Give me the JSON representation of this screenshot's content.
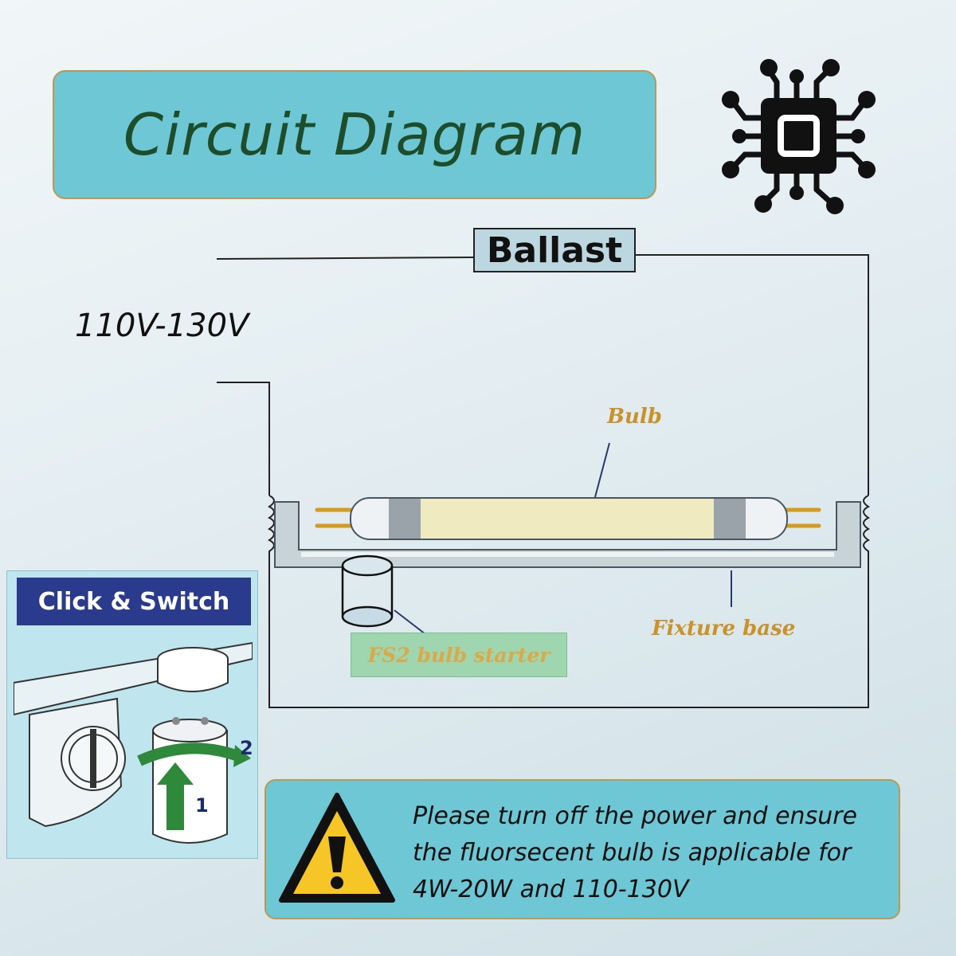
{
  "title": "Circuit Diagram",
  "icons": {
    "chip": "chip-circuit-icon",
    "warning": "warning-triangle-icon"
  },
  "colors": {
    "panel_teal": "#6ec7d4",
    "panel_border": "#b99a55",
    "title_text": "#1e4d2b",
    "label_gold": "#c9922a"
  },
  "diagram": {
    "ballast_label": "Ballast",
    "voltage_label": "110V-130V",
    "bulb_label": "Bulb",
    "fixture_label": "Fixture base",
    "starter_label": "FS2 bulb starter"
  },
  "click_panel": {
    "header": "Click & Switch",
    "step1": "1",
    "step2": "2"
  },
  "warning": {
    "lines": [
      "Please turn off the power and ensure",
      "the fluorsecent  bulb is applicable for",
      "4W-20W and 110-130V"
    ]
  }
}
